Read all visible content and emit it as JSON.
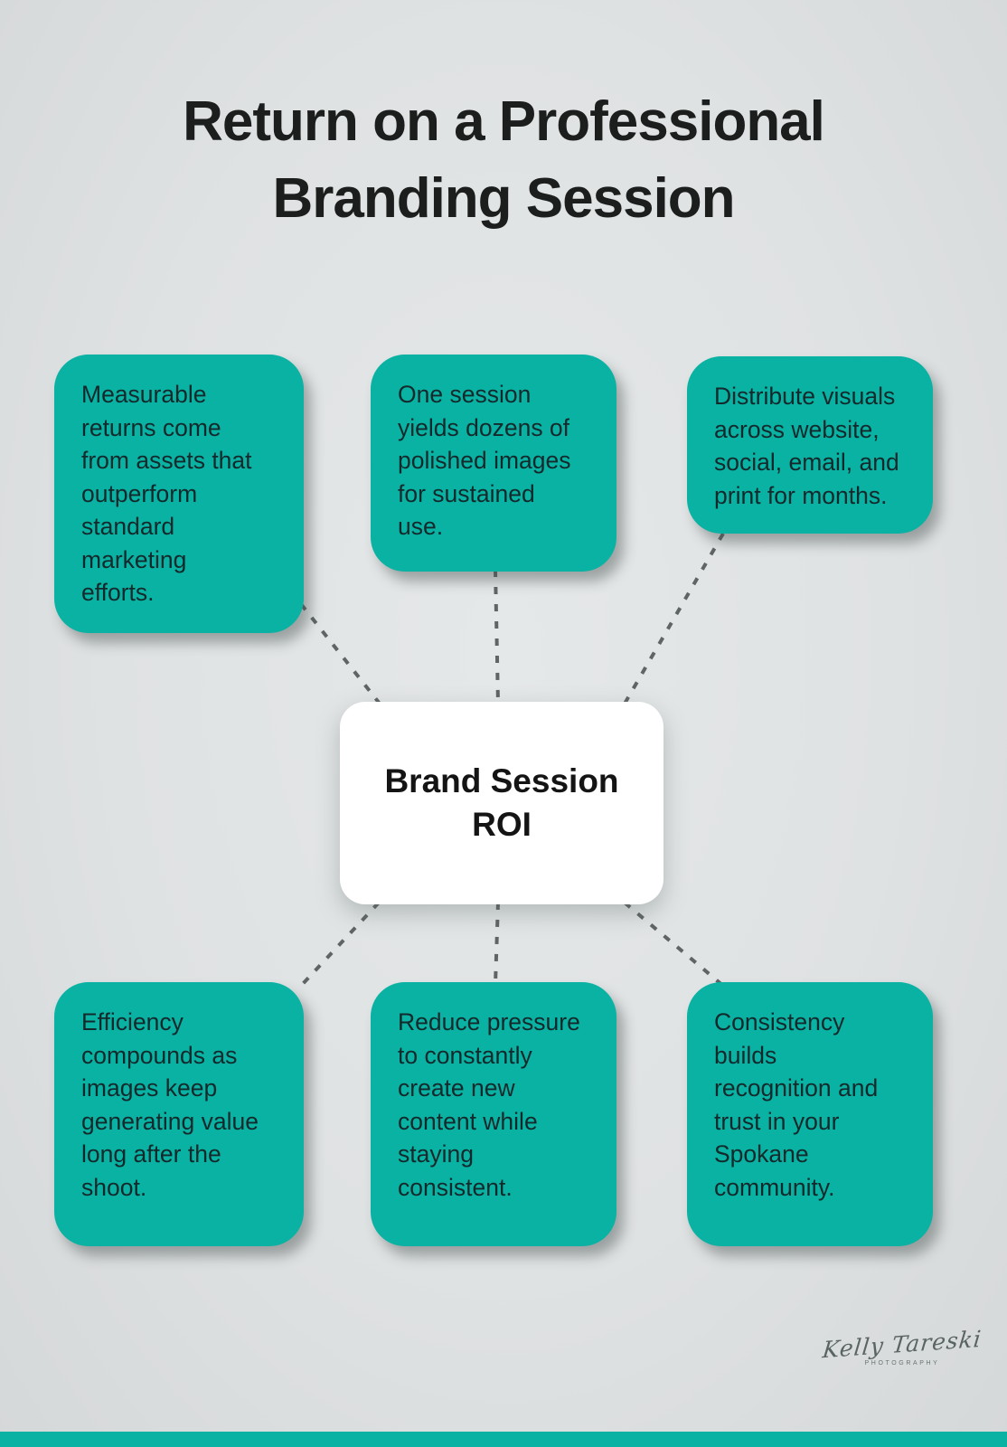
{
  "page": {
    "title": "Return on a Professional\nBranding Session"
  },
  "center_node": {
    "label": "Brand Session\nROI"
  },
  "nodes": [
    {
      "id": "measurable-returns",
      "text": "Measurable\nreturns come\nfrom assets that\noutperform\nstandard\nmarketing\nefforts."
    },
    {
      "id": "one-session-yields",
      "text": "One session\nyields dozens of\npolished images\nfor sustained\nuse."
    },
    {
      "id": "distribute-visuals",
      "text": "Distribute visuals\nacross website,\nsocial, email, and\nprint for months."
    },
    {
      "id": "efficiency-compounds",
      "text": "Efficiency\ncompounds as\nimages keep\ngenerating value\nlong after the\nshoot."
    },
    {
      "id": "reduce-pressure",
      "text": "Reduce pressure\nto constantly\ncreate new\ncontent while\nstaying\nconsistent."
    },
    {
      "id": "consistency-builds",
      "text": "Consistency\nbuilds\nrecognition and\ntrust in your\nSpokane\ncommunity."
    }
  ],
  "signature": {
    "name": "Kelly Tareski",
    "subtitle": "PHOTOGRAPHY"
  },
  "colors": {
    "background": "#dfe2e3",
    "node": "#0ab2a3",
    "node_text": "#14292b",
    "center_bg": "#ffffff",
    "center_text": "#141414",
    "title": "#1c1d1d",
    "connector": "#5f6465",
    "signature": "#44504e",
    "footer": "#0ab2a3"
  }
}
